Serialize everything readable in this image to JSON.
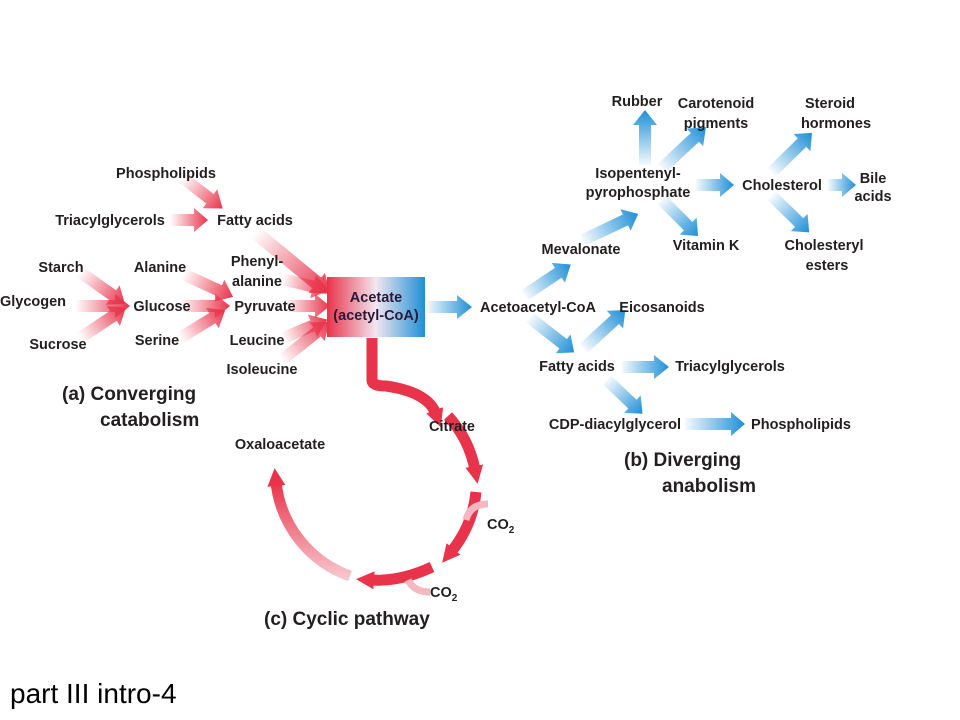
{
  "footer": "part III intro-4",
  "acetate_box": {
    "line1": "Acetate",
    "line2": "(acetyl-CoA)"
  },
  "converging": {
    "caption_line1": "(a) Converging",
    "caption_line2": "catabolism",
    "phospholipids": "Phospholipids",
    "triacylglycerols": "Triacylglycerols",
    "fatty_acids": "Fatty acids",
    "starch": "Starch",
    "glycogen": "Glycogen",
    "sucrose": "Sucrose",
    "glucose": "Glucose",
    "alanine": "Alanine",
    "serine": "Serine",
    "phenylalanine_1": "Phenyl-",
    "phenylalanine_2": "alanine",
    "pyruvate": "Pyruvate",
    "leucine": "Leucine",
    "isoleucine": "Isoleucine"
  },
  "diverging": {
    "caption_line1": "(b) Diverging",
    "caption_line2": "anabolism",
    "acetoacetyl_coa": "Acetoacetyl-CoA",
    "mevalonate": "Mevalonate",
    "isopentenyl_1": "Isopentenyl-",
    "isopentenyl_2": "pyrophosphate",
    "rubber": "Rubber",
    "carotenoid_1": "Carotenoid",
    "carotenoid_2": "pigments",
    "vitamin_k": "Vitamin K",
    "cholesterol": "Cholesterol",
    "steroid_1": "Steroid",
    "steroid_2": "hormones",
    "bile_1": "Bile",
    "bile_2": "acids",
    "cholesteryl_1": "Cholesteryl",
    "cholesteryl_2": "esters",
    "eicosanoids": "Eicosanoids",
    "fatty_acids": "Fatty acids",
    "triacylglycerols": "Triacylglycerols",
    "cdp_diacylglycerol": "CDP-diacylglycerol",
    "phospholipids": "Phospholipids"
  },
  "cyclic": {
    "caption": "(c) Cyclic pathway",
    "citrate": "Citrate",
    "oxaloacetate": "Oxaloacetate",
    "co2_1": "CO",
    "co2_2": "CO",
    "co2_subscript": "2"
  },
  "colors": {
    "red": "#e8334a",
    "blue": "#1e8fd6",
    "text": "#231f20"
  }
}
